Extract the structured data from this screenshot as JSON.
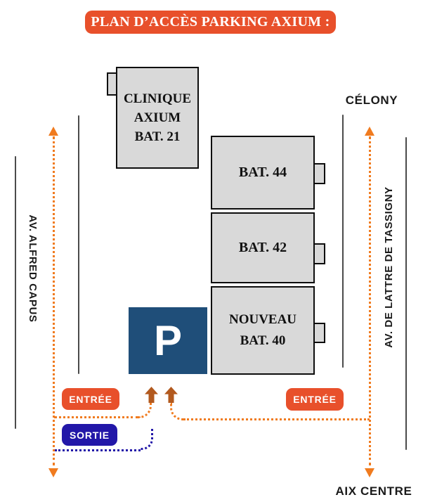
{
  "title": "PLAN D’ACCÈS PARKING AXIUM :",
  "streets": {
    "top": "CÉLONY",
    "left": "AV. ALFRED CAPUS",
    "right": "AV. DE LATTRE DE TASSIGNY",
    "bottom": "AIX CENTRE"
  },
  "buildings": {
    "clinique": "CLINIQUE\nAXIUM\nBAT. 21",
    "bat44": "BAT. 44",
    "bat42": "BAT. 42",
    "bat40": "NOUVEAU\nBAT. 40"
  },
  "parking": "P",
  "badges": {
    "entree_left": "ENTRÉE",
    "entree_right": "ENTRÉE",
    "sortie": "SORTIE"
  },
  "colors": {
    "accent_orange": "#E8502B",
    "route_orange": "#F07B1F",
    "arrow_brown": "#B2591E",
    "parking_blue": "#1F4E79",
    "sortie_blue": "#2217A8",
    "building_fill": "#D9D9D9",
    "road_gray": "#4B4B4B",
    "text_dark": "#1A1A1A"
  }
}
